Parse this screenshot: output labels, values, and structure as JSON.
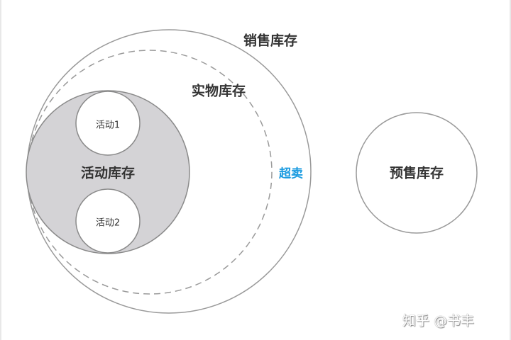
{
  "labels": {
    "sales_inventory": "销售库存",
    "physical_inventory": "实物库存",
    "oversell": "超卖",
    "activity_inventory": "活动库存",
    "activity1": "活动1",
    "activity2": "活动2",
    "presale_inventory": "预售库存"
  },
  "watermark": "知乎 @书丰",
  "colors": {
    "stroke": "#9a9a9a",
    "activity_fill": "#d4d3d6",
    "oversell": "#1a9be0"
  }
}
